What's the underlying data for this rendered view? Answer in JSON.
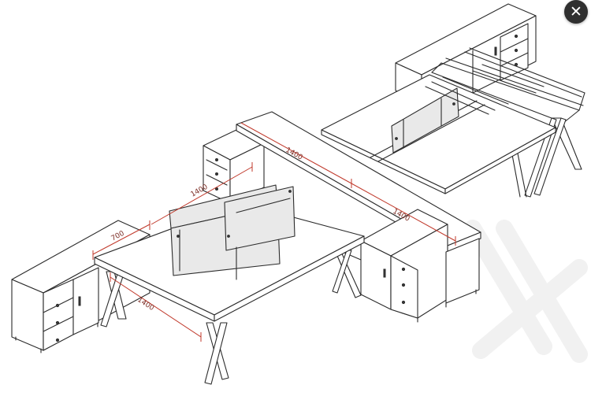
{
  "viewer": {
    "close_glyph": "✕",
    "close_icon": "close-icon"
  },
  "diagram": {
    "dimensions": {
      "d700": "700",
      "d1400_a": "1400",
      "d1400_b": "1400",
      "d1400_c": "1400",
      "d1400_d": "1400"
    },
    "colors": {
      "line": "#2b2b2b",
      "dimension": "#c0392b",
      "panel": "#e9e9e9"
    }
  }
}
